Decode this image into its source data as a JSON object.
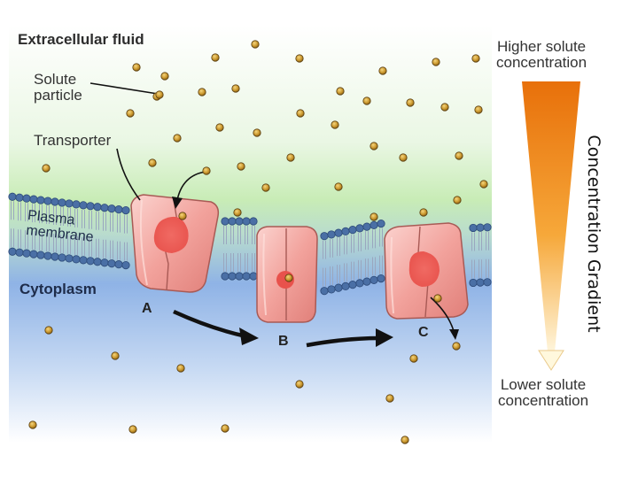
{
  "title": "Extracellular fluid",
  "labels": {
    "solute_particle": "Solute\nparticle",
    "transporter": "Transporter",
    "plasma_membrane": "Plasma\nmembrane",
    "cytoplasm": "Cytoplasm",
    "state_a": "A",
    "state_b": "B",
    "state_c": "C",
    "higher_concentration": "Higher solute\nconcentration",
    "lower_concentration": "Lower solute\nconcentration",
    "gradient_label": "Concentration Gradient"
  },
  "colors": {
    "extracellular_top": "#ffffff",
    "extracellular_green": "#c5ecb3",
    "cytoplasm_blue": "#8fb3e8",
    "membrane_head": "#4a6fa5",
    "transporter_fill": "#f4a9a6",
    "particle": "#c9962c",
    "gradient_top": "#e8700a",
    "gradient_bottom": "#ffffff"
  }
}
